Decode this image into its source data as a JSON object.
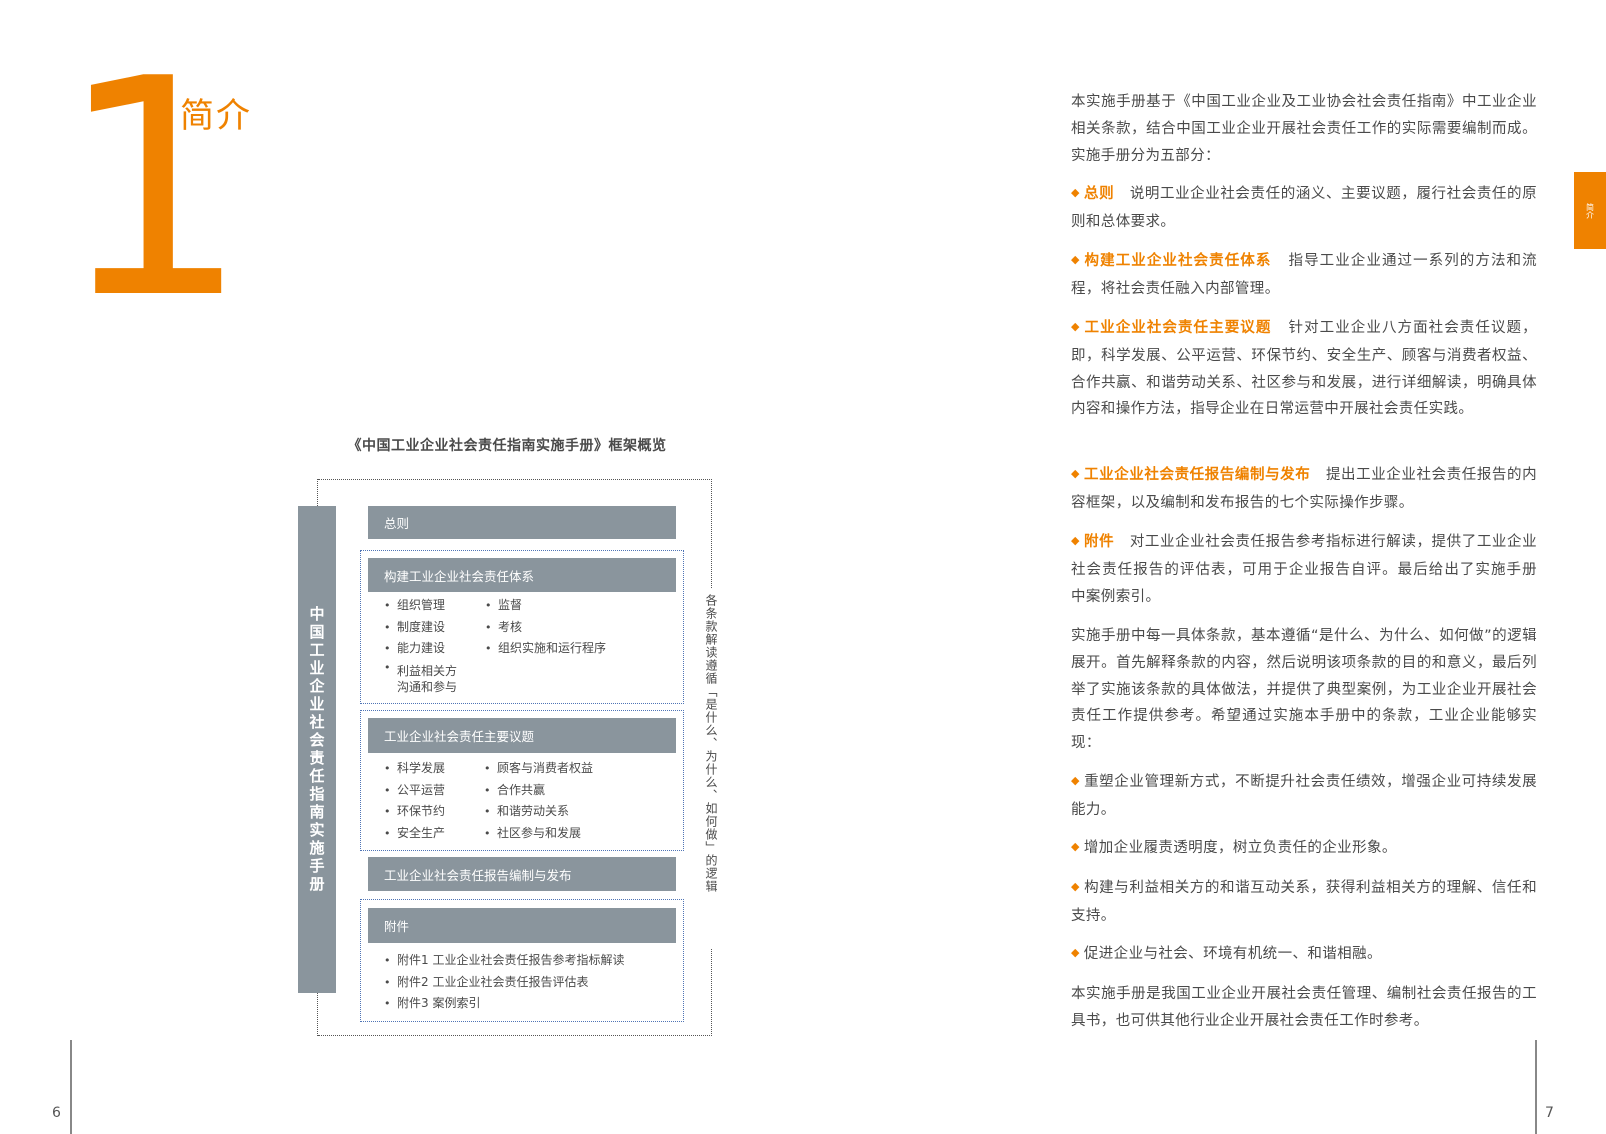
{
  "left_page": {
    "chapter_number": "1",
    "chapter_title": "简介",
    "page_number": "6",
    "diagram": {
      "title": "《中国工业企业社会责任指南实施手册》框架概览",
      "vertical_label": "中国工业企业社会责任指南实施手册",
      "side_note": "各条款解读遵循「是什么、为什么、如何做」的逻辑",
      "sections": [
        {
          "title": "总则",
          "left_items": [],
          "right_items": []
        },
        {
          "title": "构建工业企业社会责任体系",
          "left_items": [
            "组织管理",
            "制度建设",
            "能力建设",
            "利益相关方沟通和参与"
          ],
          "right_items": [
            "监督",
            "考核",
            "组织实施和运行程序"
          ]
        },
        {
          "title": "工业企业社会责任主要议题",
          "left_items": [
            "科学发展",
            "公平运营",
            "环保节约",
            "安全生产"
          ],
          "right_items": [
            "顾客与消费者权益",
            "合作共赢",
            "和谐劳动关系",
            "社区参与和发展"
          ]
        },
        {
          "title": "工业企业社会责任报告编制与发布",
          "left_items": [],
          "right_items": []
        },
        {
          "title": "附件",
          "items": [
            "附件1 工业企业社会责任报告参考指标解读",
            "附件2 工业企业社会责任报告评估表",
            "附件3 案例索引"
          ]
        }
      ]
    }
  },
  "right_page": {
    "page_number": "7",
    "side_tab": "简介",
    "intro": "本实施手册基于《中国工业企业及工业协会社会责任指南》中工业企业相关条款，结合中国工业企业开展社会责任工作的实际需要编制而成。实施手册分为五部分：",
    "parts": [
      {
        "title": "总则",
        "text": "说明工业企业社会责任的涵义、主要议题，履行社会责任的原则和总体要求。"
      },
      {
        "title": "构建工业企业社会责任体系",
        "text": "指导工业企业通过一系列的方法和流程，将社会责任融入内部管理。"
      },
      {
        "title": "工业企业社会责任主要议题",
        "text": "针对工业企业八方面社会责任议题，即，科学发展、公平运营、环保节约、安全生产、顾客与消费者权益、合作共赢、和谐劳动关系、社区参与和发展，进行详细解读，明确具体内容和操作方法，指导企业在日常运营中开展社会责任实践。"
      },
      {
        "title": "工业企业社会责任报告编制与发布",
        "text": "提出工业企业社会责任报告的内容框架，以及编制和发布报告的七个实际操作步骤。"
      },
      {
        "title": "附件",
        "text": "对工业企业社会责任报告参考指标进行解读，提供了工业企业社会责任报告的评估表，可用于企业报告自评。最后给出了实施手册 中案例索引。"
      }
    ],
    "method_paragraph": "实施手册中每一具体条款，基本遵循“是什么、为什么、如何做”的逻辑展开。首先解释条款的内容，然后说明该项条款的目的和意义，最后列举了实施该条款的具体做法，并提供了典型案例，为工业企业开展社会责任工作提供参考。希望通过实施本手册中的条款，工业企业能够实现：",
    "goals": [
      "重塑企业管理新方式，不断提升社会责任绩效，增强企业可持续发展能力。",
      "增加企业履责透明度，树立负责任的企业形象。",
      "构建与利益相关方的和谐互动关系，获得利益相关方的理解、信任和支持。",
      "促进企业与社会、环境有机统一、和谐相融。"
    ],
    "closing": "本实施手册是我国工业企业开展社会责任管理、编制社会责任报告的工具书，也可供其他行业企业开展社会责任工作时参考。"
  },
  "colors": {
    "accent": "#ef8200",
    "box_grey": "#8a959d",
    "group_border": "#4f74b5",
    "text": "#4a4a4a"
  }
}
